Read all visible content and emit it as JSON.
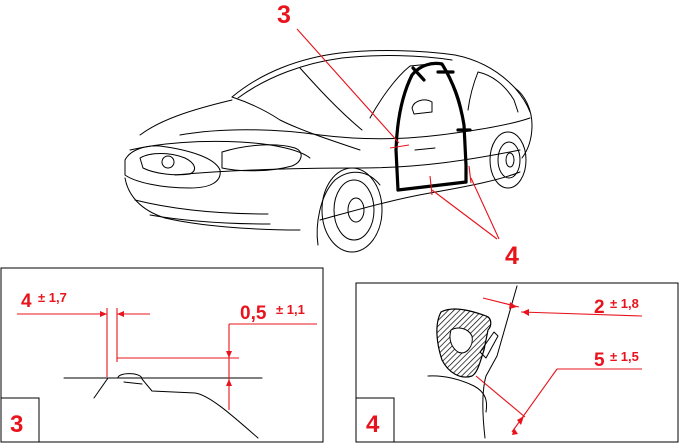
{
  "callouts": {
    "main_3": "3",
    "main_4": "4"
  },
  "panel3": {
    "number": "3",
    "dim_a_value": "4",
    "dim_a_tol": "± 1,7",
    "dim_b_value": "0,5",
    "dim_b_tol": "± 1,1"
  },
  "panel4": {
    "number": "4",
    "dim_a_value": "2",
    "dim_a_tol": "± 1,8",
    "dim_b_value": "5",
    "dim_b_tol": "± 1,5"
  },
  "colors": {
    "accent": "#e8131c",
    "ink": "#000000"
  }
}
